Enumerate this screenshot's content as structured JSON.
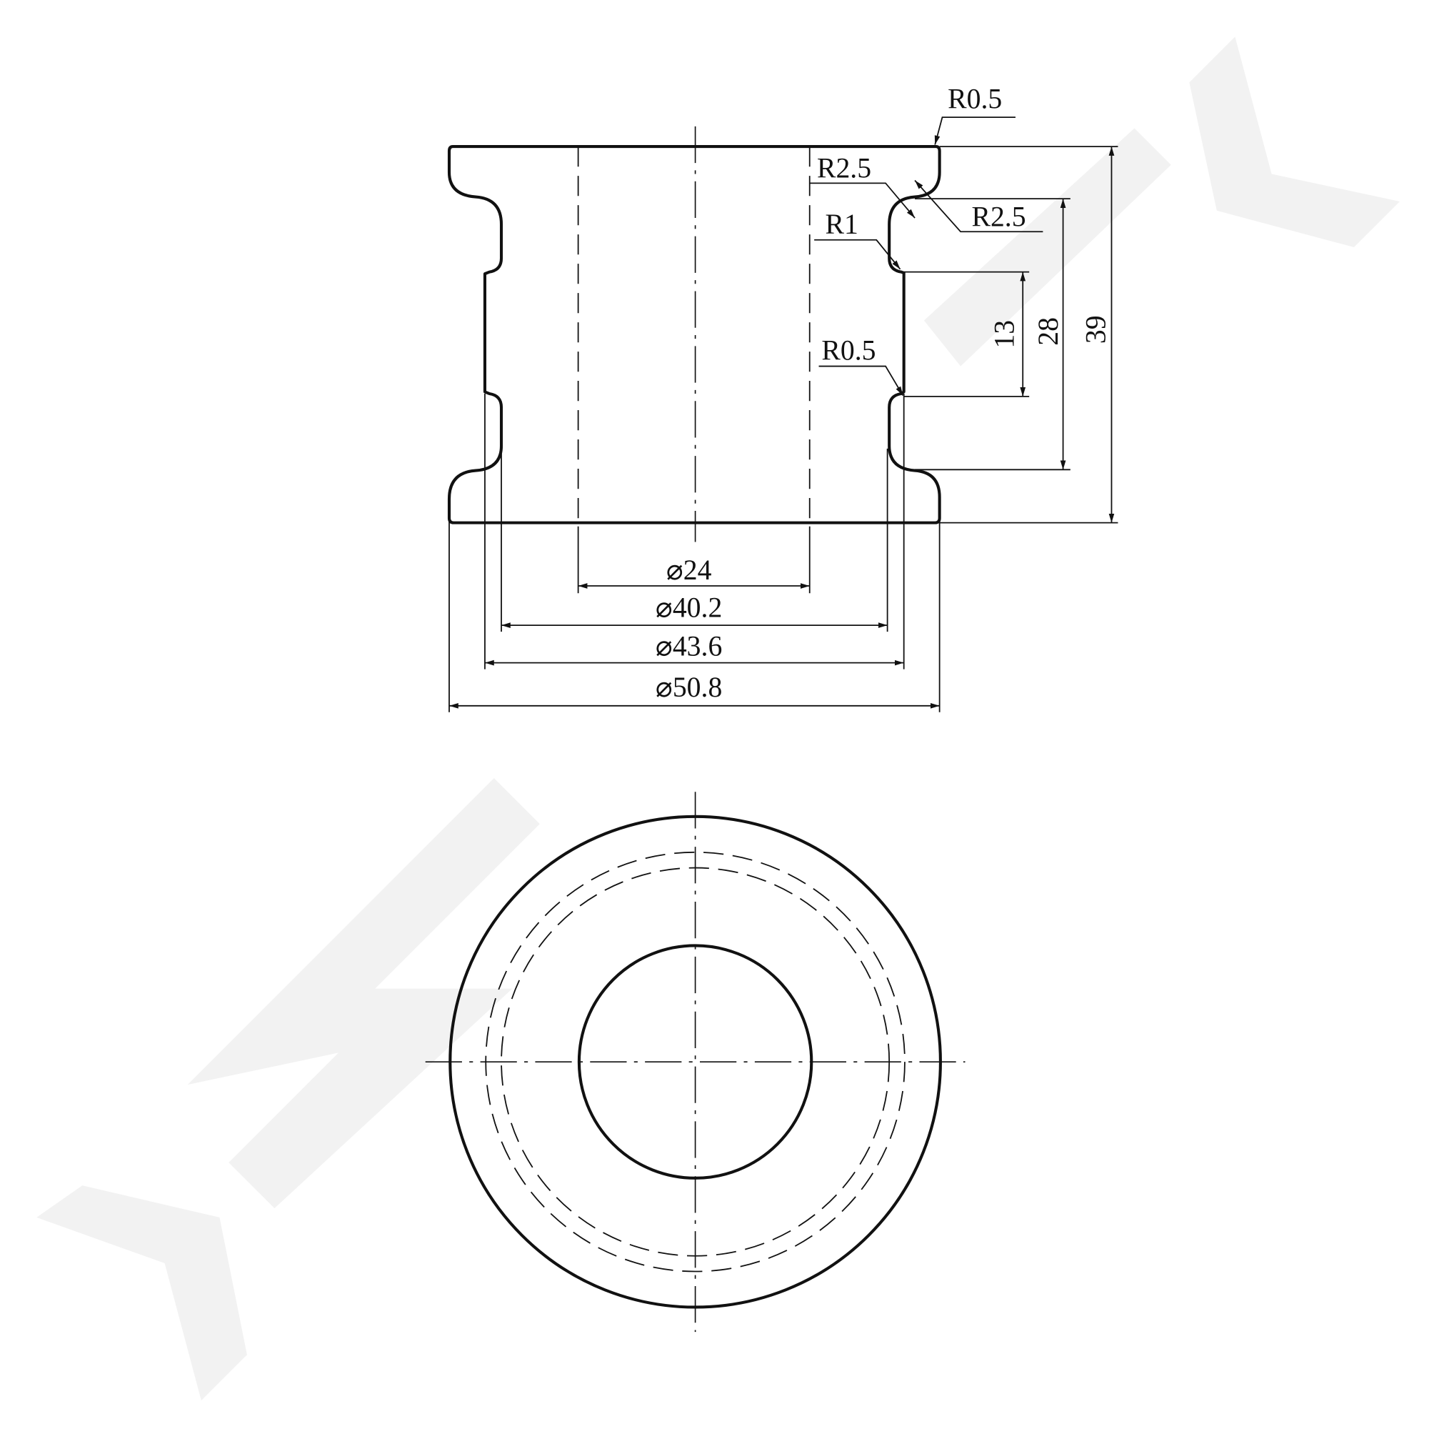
{
  "drawing": {
    "front_view": {
      "radius_labels": [
        "R0.5",
        "R2.5",
        "R2.5",
        "R1",
        "R0.5"
      ],
      "diameter_labels": [
        "⌀24",
        "⌀40.2",
        "⌀43.6",
        "⌀50.8"
      ],
      "height_labels": [
        "13",
        "28",
        "39"
      ]
    },
    "colors": {
      "line": "#111111",
      "watermark": "#f2f2f2"
    }
  }
}
